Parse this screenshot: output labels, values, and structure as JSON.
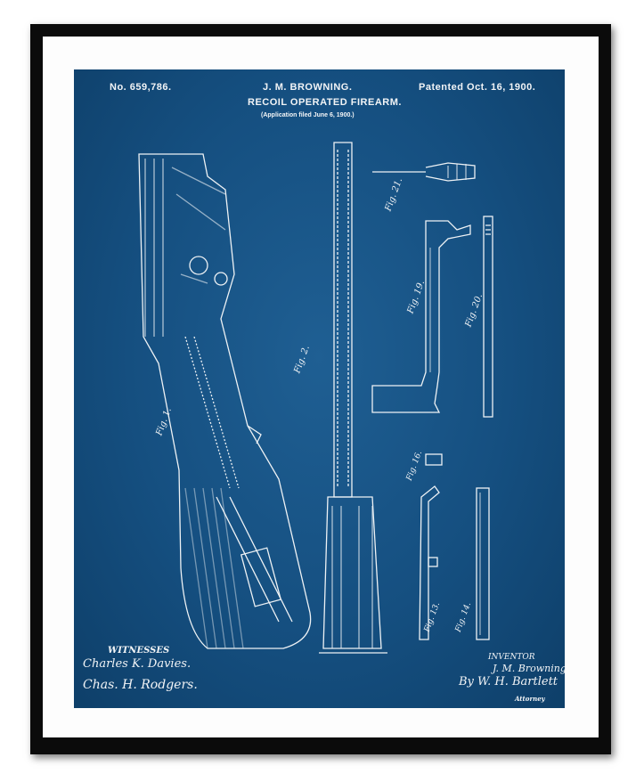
{
  "header": {
    "patent_number": "No. 659,786.",
    "inventor_name": "J. M. BROWNING.",
    "title": "RECOIL OPERATED FIREARM.",
    "application": "(Application filed June 6, 1900.)",
    "patent_date": "Patented Oct. 16, 1900."
  },
  "figures": [
    "Fig. 1.",
    "Fig. 2.",
    "Fig. 19.",
    "Fig. 20.",
    "Fig. 21.",
    "Fig. 16.",
    "Fig. 13.",
    "Fig. 14."
  ],
  "witnesses": {
    "label": "WITNESSES",
    "names": [
      "Charles K. Davies.",
      "Chas. H. Rodgers."
    ]
  },
  "inventor": {
    "label": "INVENTOR",
    "signature": "J. M. Browning",
    "by": "By W. H. Bartlett",
    "attorney_label": "Attorney"
  },
  "colors": {
    "blueprint": "#154f80",
    "line": "#f2f4f6",
    "frame": "#0b0b0b",
    "mat": "#fdfdfd"
  }
}
